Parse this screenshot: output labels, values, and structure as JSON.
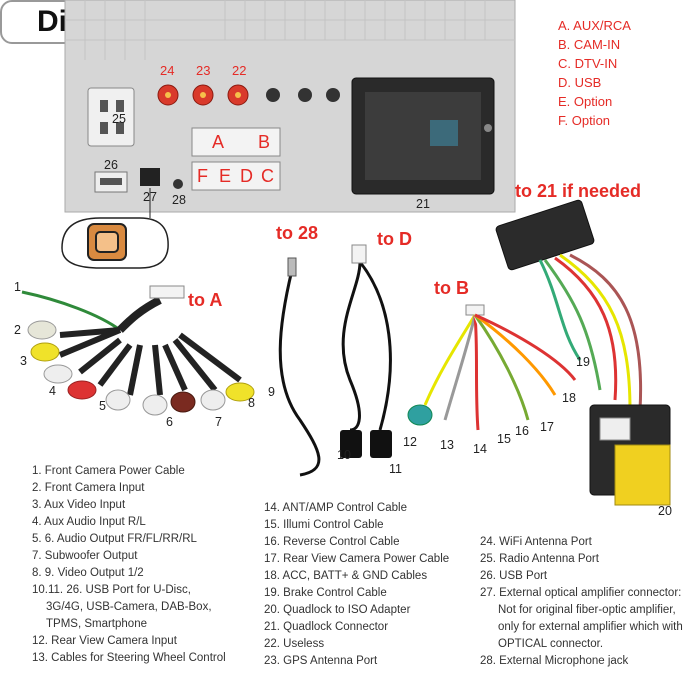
{
  "title": "Diagram",
  "legend": [
    "A. AUX/RCA",
    "B. CAM-IN",
    "C. DTV-IN",
    "D. USB",
    "E. Option",
    "F. Option"
  ],
  "connector_letters": {
    "a": "A",
    "b": "B",
    "f": "F",
    "e": "E",
    "d": "D",
    "c": "C"
  },
  "antenna_numbers": {
    "n24": "24",
    "n23": "23",
    "n22": "22"
  },
  "panel_numbers": {
    "n25": "25",
    "n26": "26",
    "n27": "27",
    "n28": "28",
    "n21": "21"
  },
  "to_labels": {
    "to_a": "to A",
    "to_28": "to 28",
    "to_d": "to D",
    "to_b": "to B",
    "to_21": "to 21 if needed"
  },
  "cable_numbers": {
    "n1": "1",
    "n2": "2",
    "n3": "3",
    "n4": "4",
    "n5": "5",
    "n6": "6",
    "n7": "7",
    "n8": "8",
    "n9": "9",
    "n10": "10",
    "n11": "11",
    "n12": "12",
    "n13": "13",
    "n14": "14",
    "n15": "15",
    "n16": "16",
    "n17": "17",
    "n18": "18",
    "n19": "19",
    "n20": "20"
  },
  "descriptions": {
    "col1": [
      "1. Front Camera Power Cable",
      "2. Front Camera Input",
      "3. Aux Video Input",
      "4. Aux Audio Input R/L",
      "5. 6. Audio Output FR/FL/RR/RL",
      "7. Subwoofer Output",
      "8. 9. Video Output 1/2",
      "10.11. 26. USB Port for U-Disc,",
      "    3G/4G, USB-Camera, DAB-Box,",
      "    TPMS, Smartphone",
      "12. Rear View Camera Input",
      "13. Cables for Steering Wheel Control"
    ],
    "col2": [
      "14. ANT/AMP Control Cable",
      "15. Illumi Control Cable",
      "16. Reverse Control Cable",
      "17. Rear View Camera Power Cable",
      "18. ACC, BATT+ & GND Cables",
      "19. Brake Control Cable",
      "20. Quadlock to ISO Adapter",
      "21. Quadlock Connector",
      "22. Useless",
      "23. GPS Antenna Port"
    ],
    "col3": [
      "24. WiFi Antenna Port",
      "25. Radio Antenna Port",
      "26. USB Port",
      "27. External optical amplifier connector:",
      "    Not for original fiber-optic amplifier,",
      "    only for external amplifier which with",
      "    OPTICAL connector.",
      "28. External Microphone jack"
    ]
  },
  "colors": {
    "accent_red": "#e52b26",
    "panel": "#d9d9d9",
    "cable_black": "#1a1a1a"
  }
}
